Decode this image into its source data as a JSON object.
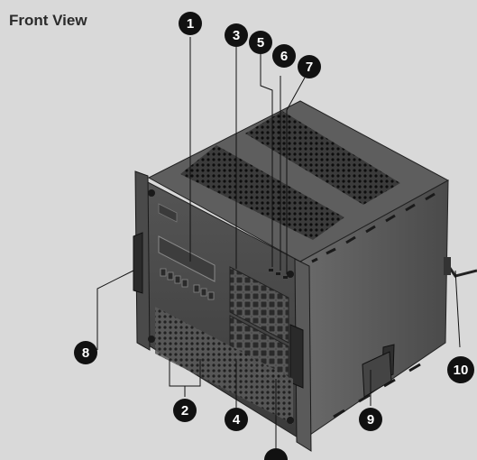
{
  "header": {
    "title": "Front View"
  },
  "callouts": [
    {
      "id": "1",
      "label": "1"
    },
    {
      "id": "2",
      "label": "2"
    },
    {
      "id": "3",
      "label": "3"
    },
    {
      "id": "4",
      "label": "4"
    },
    {
      "id": "5",
      "label": "5"
    },
    {
      "id": "6",
      "label": "6"
    },
    {
      "id": "7",
      "label": "7"
    },
    {
      "id": "8",
      "label": "8"
    },
    {
      "id": "9",
      "label": "9"
    },
    {
      "id": "10",
      "label": "10"
    }
  ],
  "colors": {
    "background": "#d9d9d9",
    "chassis_dark": "#2e2e2e",
    "chassis_mid": "#505050",
    "chassis_light": "#6b6b6b",
    "callout_fill": "#111111",
    "callout_text": "#ffffff"
  },
  "icons": [
    "callout-marker",
    "rack-ear",
    "handle",
    "lcd-panel",
    "vent-grille",
    "power-cord"
  ]
}
